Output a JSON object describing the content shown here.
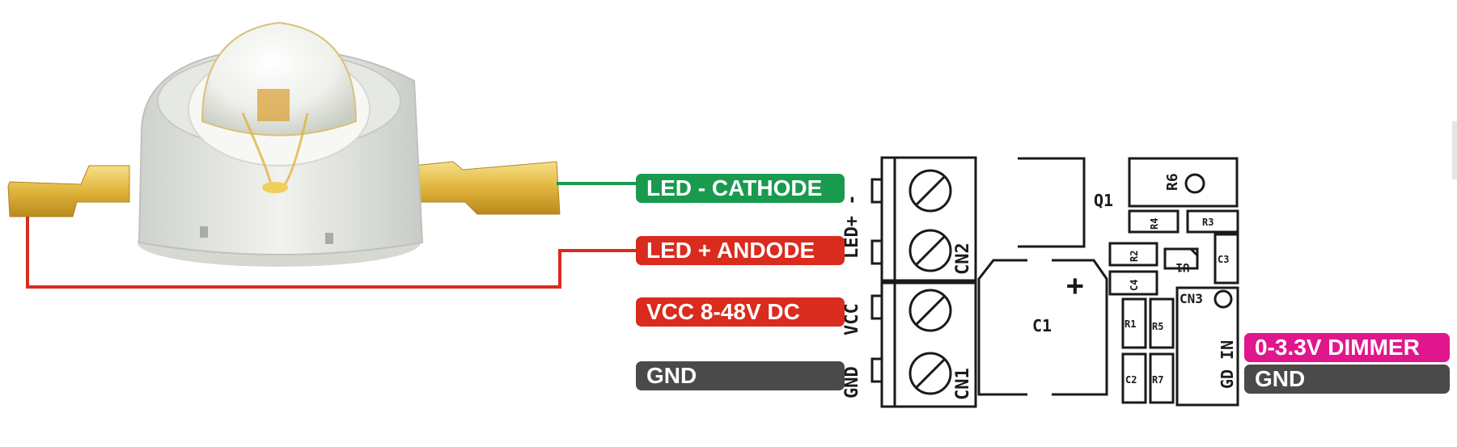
{
  "colors": {
    "cathode": "#1a9a4f",
    "anode": "#d92b1e",
    "vcc": "#d92b1e",
    "gnd": "#4a4a4a",
    "dimmer": "#e0168c",
    "pcb_ink": "#1a1a1a"
  },
  "labels": {
    "led_cathode": "LED - CATHODE",
    "led_anode": "LED + ANDODE",
    "vcc": "VCC 8-48V DC",
    "gnd": "GND",
    "dimmer": "0-3.3V DIMMER",
    "gnd_right": "GND"
  },
  "pcb": {
    "cn2_pins": "LED+ -",
    "cn2_label": "CN2",
    "cn1_vcc": "VCC",
    "cn1_gnd": "GND",
    "cn1_label": "CN1",
    "cap_plus": "+",
    "q1": "Q1",
    "c1": "C1",
    "r6": "R6",
    "r4": "R4",
    "r3": "R3",
    "r2": "R2",
    "u1": "U1",
    "c3": "C3",
    "c4": "C4",
    "cn3": "CN3",
    "r1": "R1",
    "r5": "R5",
    "c2": "C2",
    "r7": "R7",
    "gd_in": "GD IN"
  },
  "icons": {
    "led": "power-led-icon",
    "terminal": "screw-terminal-icon"
  }
}
